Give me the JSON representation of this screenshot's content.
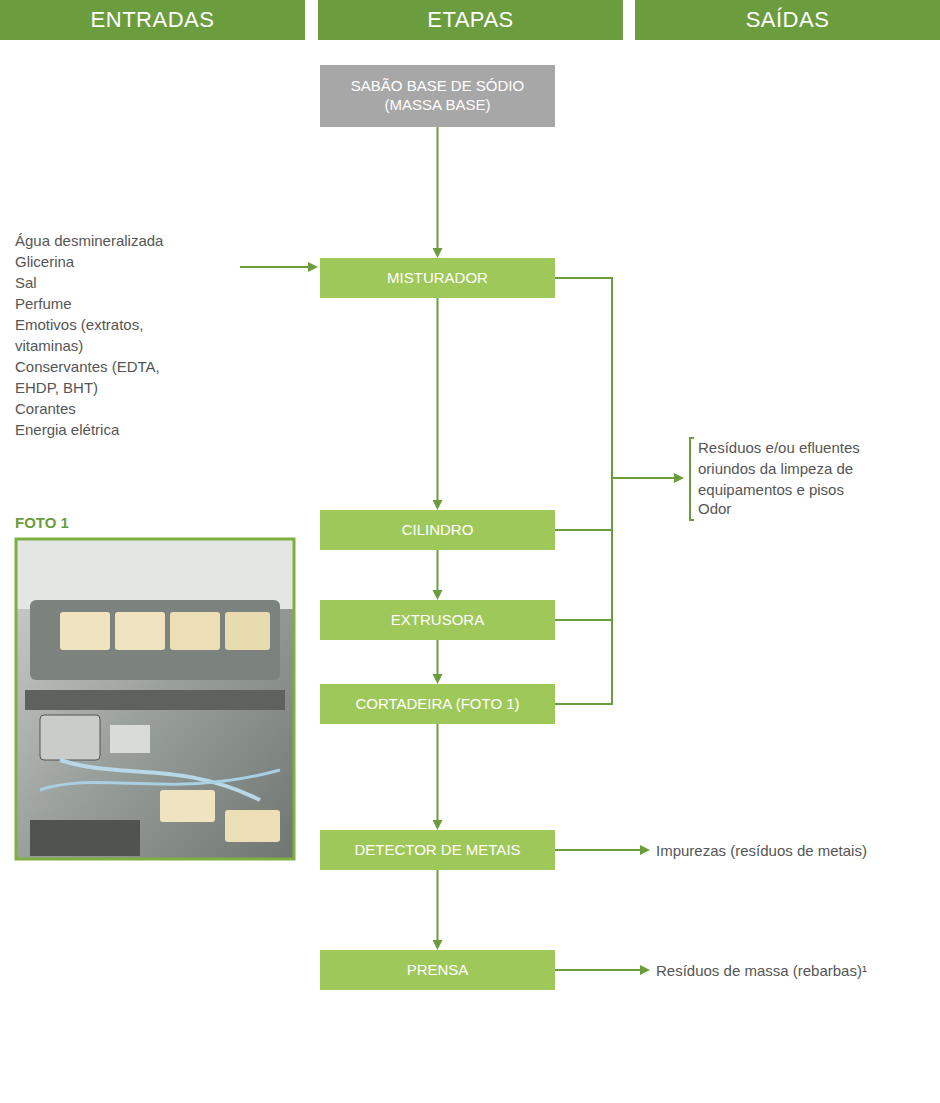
{
  "diagram": {
    "nodes": [
      {
        "text": [
          "ENTRADAS"
        ]
      },
      {
        "text": [
          "ETAPAS"
        ]
      },
      {
        "text": [
          "SAÍDAS"
        ]
      },
      {
        "text": [
          "SABÃO BASE DE SÓDIO (MASSA BASE)"
        ]
      },
      {
        "text": [
          "MISTURADOR"
        ]
      },
      {
        "text": [
          "CILINDRO"
        ]
      },
      {
        "text": [
          "EXTRUSORA"
        ]
      },
      {
        "text": [
          "CORTADEIRA (FOTO 1)"
        ]
      },
      {
        "text": [
          "DETECTOR DE METAIS"
        ]
      },
      {
        "text": [
          "PRENSA"
        ]
      }
    ],
    "edges": [
      {
        "from": 3,
        "to": 4,
        "arrow": "to"
      },
      {
        "from": 4,
        "to": 5,
        "arrow": "to"
      },
      {
        "from": 5,
        "to": 6,
        "arrow": "to"
      },
      {
        "from": 6,
        "to": 7,
        "arrow": "to"
      },
      {
        "from": 7,
        "to": 8,
        "arrow": "to"
      },
      {
        "from": 8,
        "to": 9,
        "arrow": "to"
      }
    ],
    "labels": [
      "Água desmineralizada",
      "Glicerina",
      "Sal",
      "Perfume",
      "Emotivos (extratos, vitaminas)",
      "Conservantes (EDTA, EHDP, BHT)",
      "Corantes",
      "Energia elétrica",
      "FOTO 1",
      "Resíduos e/ou efluentes oriundos da limpeza de equipamentos e pisos",
      "Odor",
      "Impurezas (resíduos de metais)",
      "Resíduos de massa (rebarbas)¹"
    ]
  }
}
